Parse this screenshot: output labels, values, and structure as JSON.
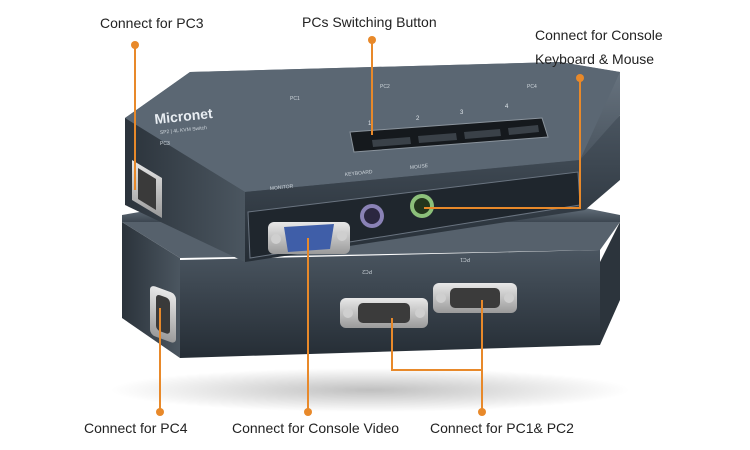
{
  "callouts": {
    "pc3": "Connect for PC3",
    "switch": "PCs Switching Button",
    "console_kb_line1": "Connect for Console",
    "console_kb_line2": "Keyboard & Mouse",
    "pc4": "Connect for PC4",
    "console_video": "Connect for Console Video",
    "pc12": "Connect for PC1& PC2"
  },
  "device": {
    "brand": "Micronet",
    "model": "SP2 | 4L KVM Switch",
    "top_labels": [
      "PC1",
      "PC2",
      "PC4"
    ],
    "button_numbers": [
      "1",
      "2",
      "3",
      "4"
    ],
    "front_labels": [
      "MONITOR",
      "KEYBOARD",
      "MOUSE"
    ],
    "side_label": "PC3",
    "lower_labels": [
      "PC2",
      "PC1"
    ]
  },
  "colors": {
    "leader_line": "#e8892a",
    "housing": "#3a4550",
    "text": "#222222"
  }
}
